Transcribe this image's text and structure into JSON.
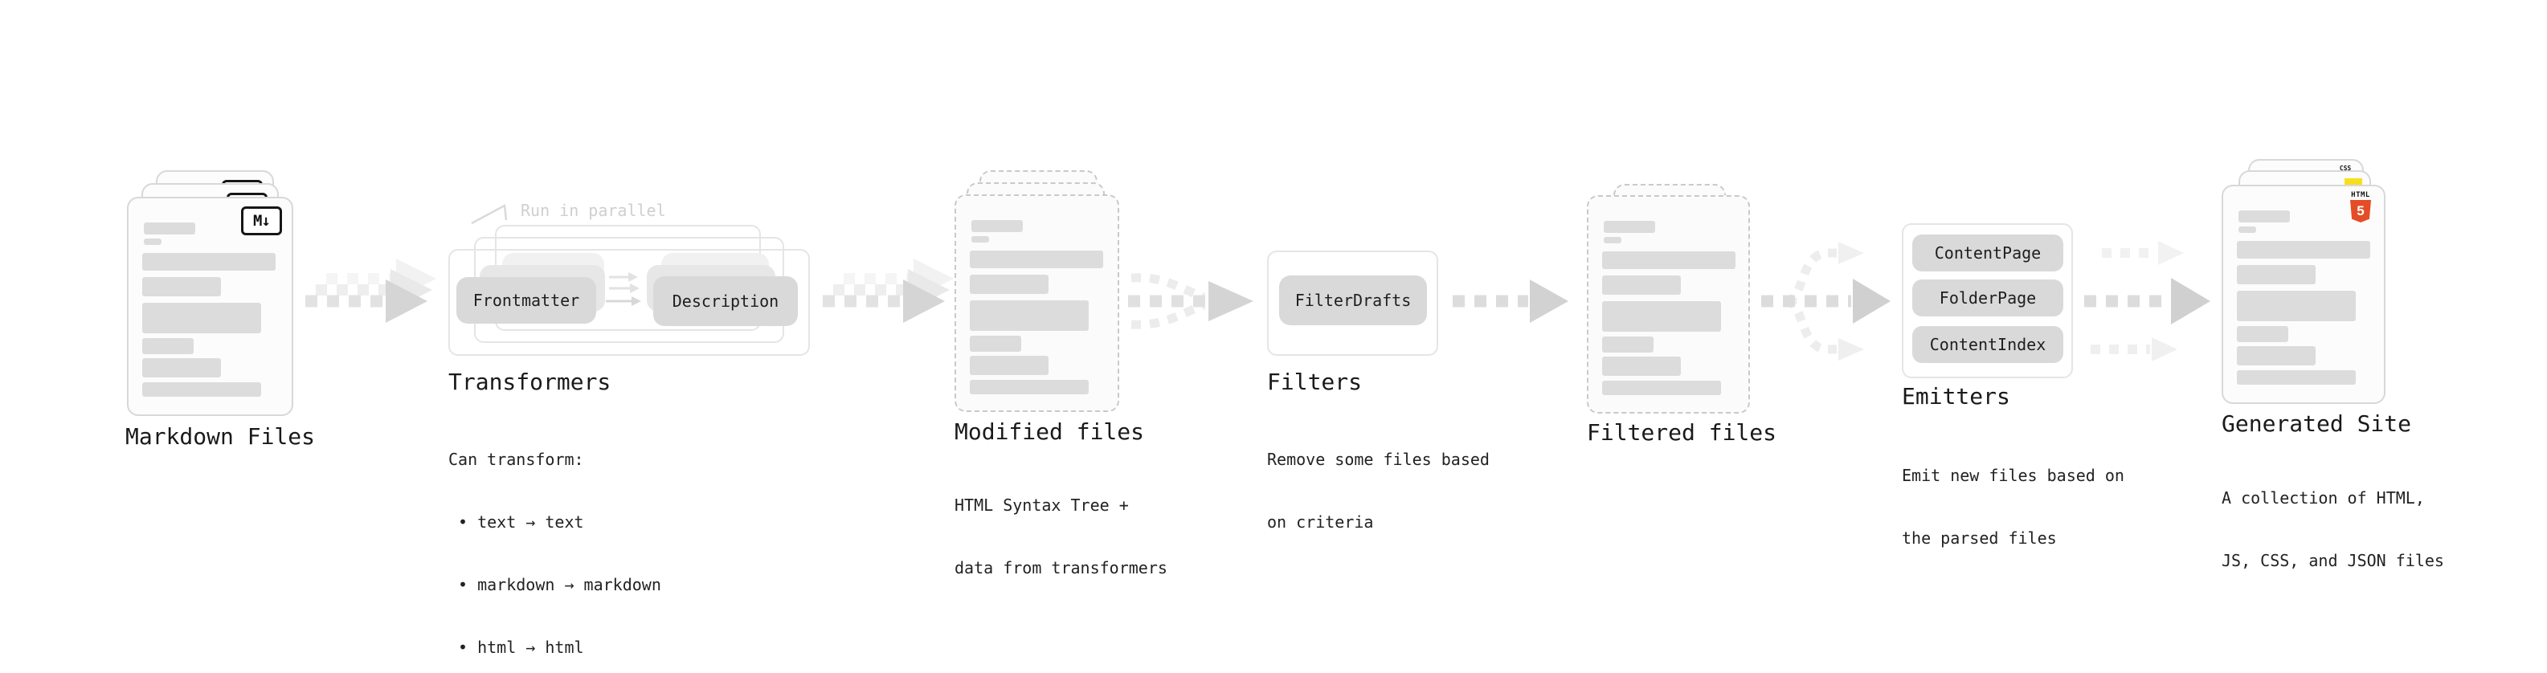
{
  "page": {
    "background": "#ffffff"
  },
  "colors": {
    "card_border": "#d8d8d8",
    "dashed_card_border": "#c9c9c9",
    "frame_border": "#e5e5e5",
    "content_bar": "#dcdcdc",
    "pill_fill": "#d9d9d9",
    "arrow_dark": "#d4d4d4",
    "arrow_light": "#efefef",
    "text": "#1a1a1a",
    "annotation_text": "#cfcfcf",
    "html5_orange": "#e44d26",
    "js_yellow": "#f7df1e",
    "css_blue": "#2c68f5"
  },
  "nodes": {
    "markdown": {
      "title": "Markdown Files",
      "badge": "M↓"
    },
    "transformers": {
      "title": "Transformers",
      "annotation": "Run in parallel",
      "pill_left": "Frontmatter",
      "pill_right": "Description",
      "desc": [
        "Can transform:",
        "• text → text",
        "• markdown → markdown",
        "• html → html"
      ]
    },
    "modified": {
      "title": "Modified files",
      "desc": [
        "HTML Syntax Tree +",
        "data from transformers"
      ]
    },
    "filters": {
      "title": "Filters",
      "pill": "FilterDrafts",
      "desc": [
        "Remove some files based",
        "on criteria"
      ]
    },
    "filtered": {
      "title": "Filtered files"
    },
    "emitters": {
      "title": "Emitters",
      "pills": [
        "ContentPage",
        "FolderPage",
        "ContentIndex"
      ],
      "desc": [
        "Emit new files based on",
        "the parsed files"
      ]
    },
    "generated": {
      "title": "Generated Site",
      "desc": [
        "A collection of HTML,",
        "JS, CSS, and JSON files"
      ],
      "icons": {
        "html_word": "HTML",
        "html_number": "5",
        "css_word": "CSS"
      }
    }
  }
}
